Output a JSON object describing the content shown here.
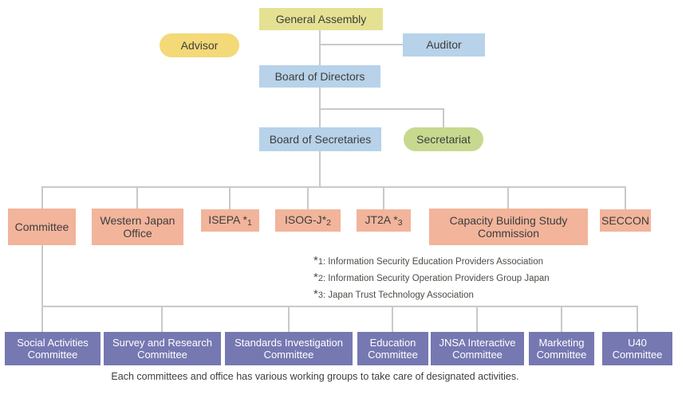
{
  "colors": {
    "general_assembly": "#e5e193",
    "advisor": "#f3d978",
    "blue_box": "#b7d2e9",
    "secretariat": "#c7d98f",
    "salmon_box": "#f2b49b",
    "purple_box": "#7678b2",
    "connector": "#c9c9c9"
  },
  "top": {
    "general_assembly": "General Assembly",
    "advisor": "Advisor",
    "auditor": "Auditor",
    "board_of_directors": "Board of Directors",
    "board_of_secretaries": "Board of Secretaries",
    "secretariat": "Secretariat"
  },
  "middle_row": [
    {
      "line1": "Committee"
    },
    {
      "line1": "Western Japan",
      "line2": "Office"
    },
    {
      "line1": "ISEPA ",
      "sym": "*",
      "num": "1"
    },
    {
      "line1": "ISOG-J",
      "sym": "*",
      "num": "2"
    },
    {
      "line1": "JT2A ",
      "sym": "*",
      "num": "3"
    },
    {
      "line1": "Capacity Building Study",
      "line2": "Commission"
    },
    {
      "line1": "SECCON"
    }
  ],
  "footnotes": [
    {
      "sym": "*",
      "num": "1:",
      "text": "Information Security Education Providers Association"
    },
    {
      "sym": "*",
      "num": "2:",
      "text": "Information Security Operation Providers Group Japan"
    },
    {
      "sym": "*",
      "num": "3:",
      "text": "Japan Trust Technology Association"
    }
  ],
  "bottom_row": [
    {
      "line1": "Social Activities",
      "line2": "Committee"
    },
    {
      "line1": "Survey and Research",
      "line2": "Committee"
    },
    {
      "line1": "Standards Investigation",
      "line2": "Committee"
    },
    {
      "line1": "Education",
      "line2": "Committee"
    },
    {
      "line1": "JNSA Interactive",
      "line2": "Committee"
    },
    {
      "line1": "Marketing",
      "line2": "Committee"
    },
    {
      "line1": "U40",
      "line2": "Committee"
    }
  ],
  "caption": "Each committees and office has various working groups to take care of designated activities."
}
